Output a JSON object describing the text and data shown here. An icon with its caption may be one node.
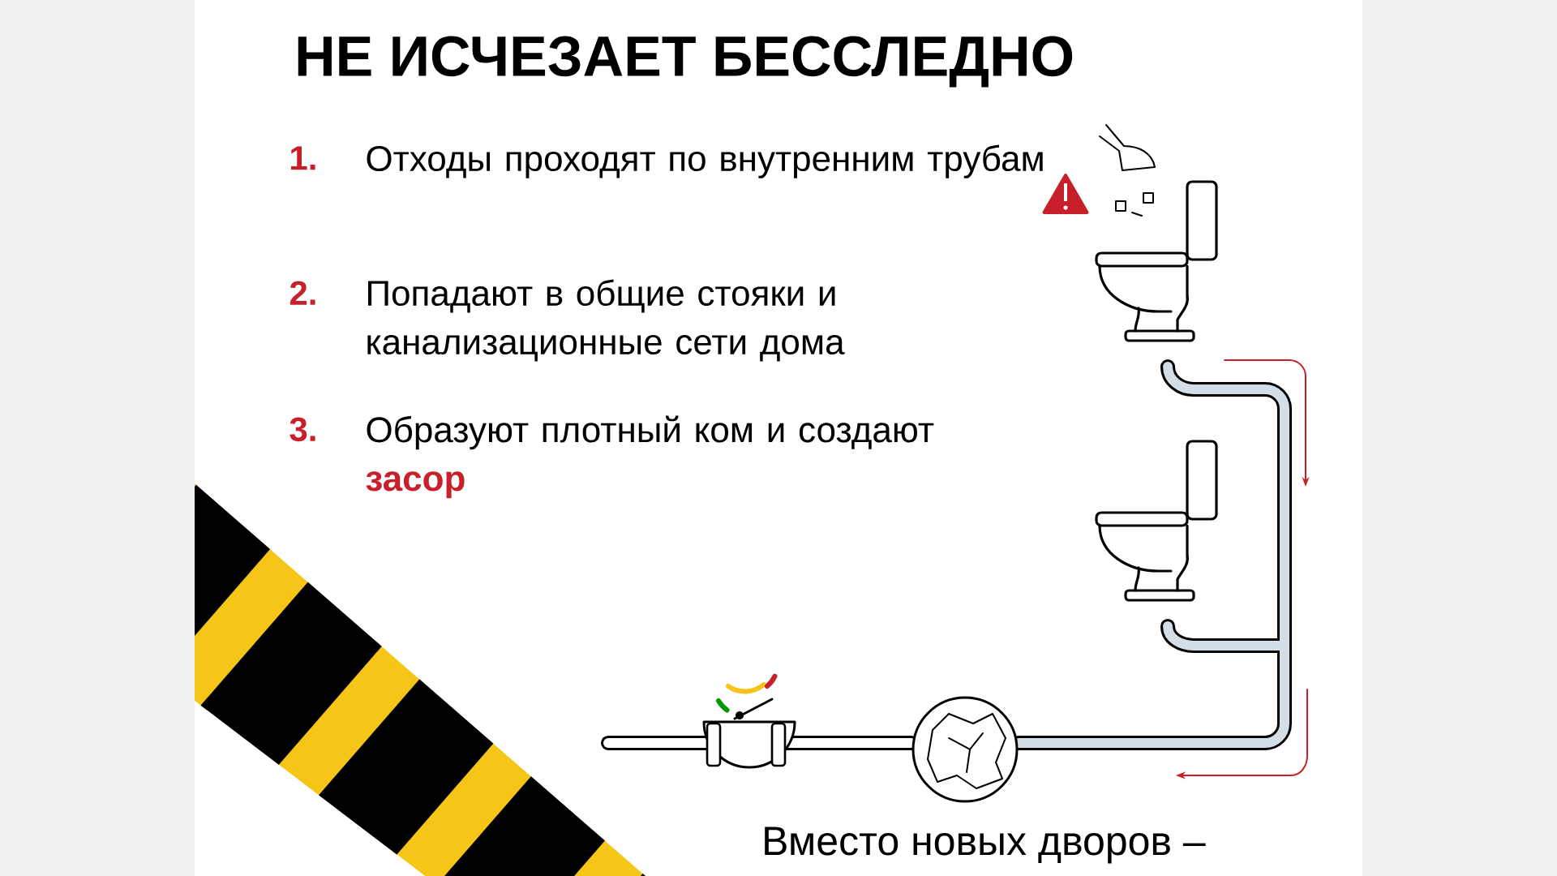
{
  "diagram": {
    "title": "НЕ ИСЧЕЗАЕТ БЕССЛЕДНО",
    "labels": [
      "1.",
      "Отходы проходят по внутренним трубам",
      "2.",
      "Попадают в общие стояки и канализационные сети дома",
      "3.",
      "Образуют плотный ком и создают **засор**",
      "Вместо новых дворов –"
    ]
  }
}
